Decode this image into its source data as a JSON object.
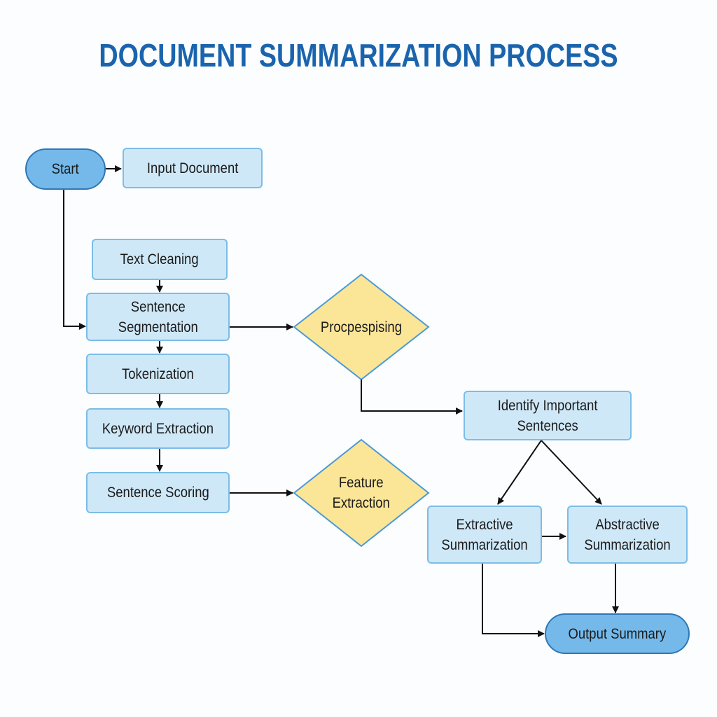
{
  "title": "DOCUMENT SUMMARIZATION PROCESS",
  "colors": {
    "title": "#1a64ad",
    "process_fill": "#cfe8f8",
    "process_border": "#7bbde6",
    "terminal_fill": "#74b9ea",
    "terminal_border": "#2f77b6",
    "decision_fill": "#fbe597",
    "decision_border": "#4a9ad6",
    "arrow": "#111111"
  },
  "nodes": {
    "start": {
      "label": "Start",
      "shape": "terminal"
    },
    "input_document": {
      "label": "Input Document",
      "shape": "process"
    },
    "text_cleaning": {
      "label": "Text Cleaning",
      "shape": "process"
    },
    "sentence_segmentation": {
      "label": "Sentence\nSegmentation",
      "shape": "process"
    },
    "tokenization": {
      "label": "Tokenization",
      "shape": "process"
    },
    "keyword_extraction": {
      "label": "Keyword Extraction",
      "shape": "process"
    },
    "sentence_scoring": {
      "label": "Sentence Scoring",
      "shape": "process"
    },
    "preprocessing": {
      "label": "Procpespising",
      "shape": "decision"
    },
    "feature_extraction": {
      "label": "Feature\nExtraction",
      "shape": "decision"
    },
    "identify_important": {
      "label": "Identify Important\nSentences",
      "shape": "process"
    },
    "extractive": {
      "label": "Extractive\nSummarization",
      "shape": "process"
    },
    "abstractive": {
      "label": "Abstractive\nSummarization",
      "shape": "process"
    },
    "output_summary": {
      "label": "Output Summary",
      "shape": "terminal"
    }
  },
  "edges": [
    {
      "from": "start",
      "to": "input_document"
    },
    {
      "from": "start",
      "to": "sentence_segmentation"
    },
    {
      "from": "text_cleaning",
      "to": "sentence_segmentation"
    },
    {
      "from": "sentence_segmentation",
      "to": "tokenization"
    },
    {
      "from": "sentence_segmentation",
      "to": "preprocessing"
    },
    {
      "from": "tokenization",
      "to": "keyword_extraction"
    },
    {
      "from": "keyword_extraction",
      "to": "sentence_scoring"
    },
    {
      "from": "sentence_scoring",
      "to": "feature_extraction"
    },
    {
      "from": "preprocessing",
      "to": "identify_important"
    },
    {
      "from": "identify_important",
      "to": "extractive"
    },
    {
      "from": "identify_important",
      "to": "abstractive"
    },
    {
      "from": "extractive",
      "to": "abstractive"
    },
    {
      "from": "extractive",
      "to": "output_summary"
    },
    {
      "from": "abstractive",
      "to": "output_summary"
    }
  ]
}
